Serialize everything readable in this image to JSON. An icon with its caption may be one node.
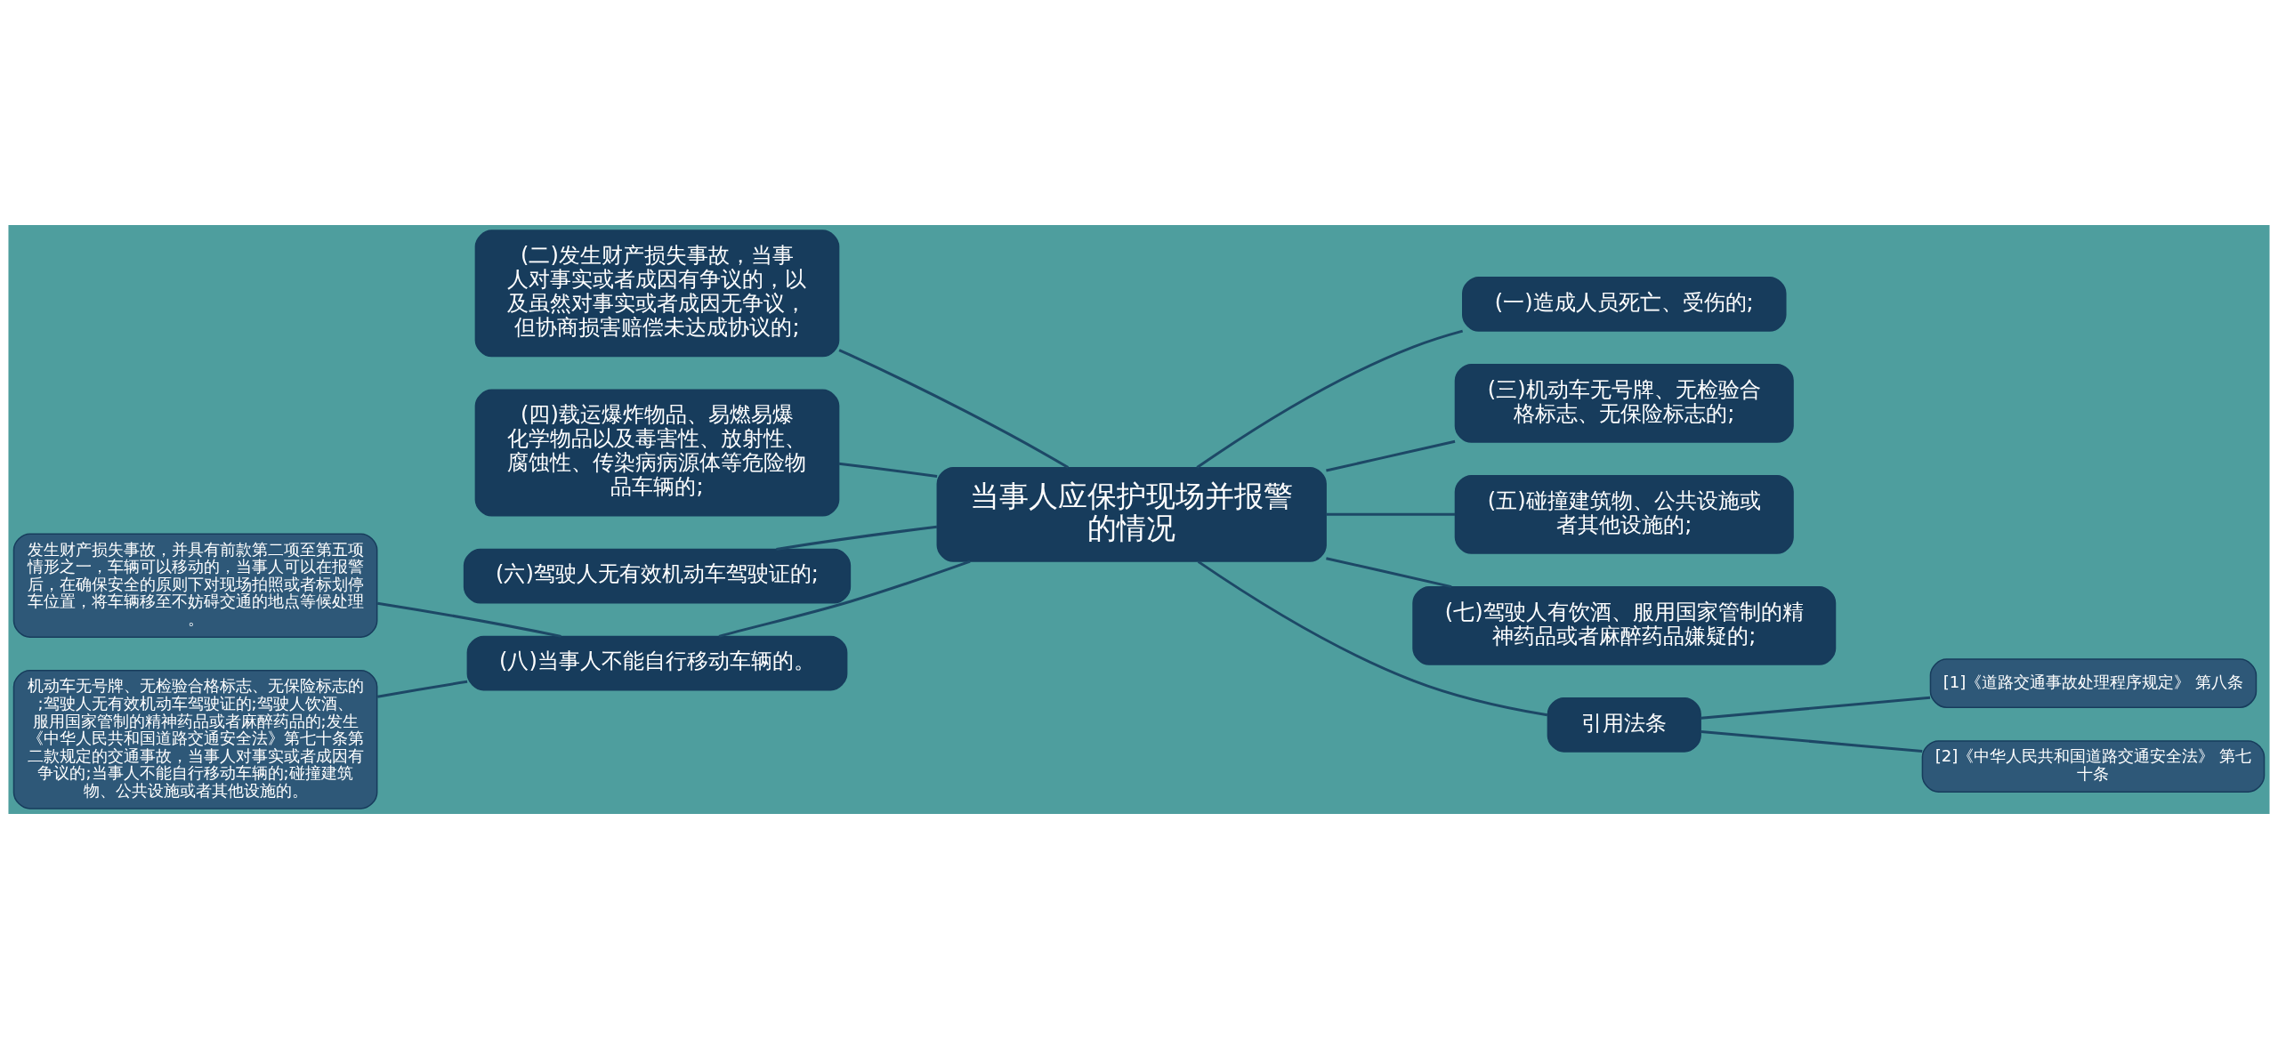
{
  "diagram": {
    "nodes": [
      {
        "text": [
          "当事人应保护现场并报警的情况"
        ]
      },
      {
        "text": [
          "(二)发生财产损失事故，当事人对事实或者成因有争议的，以及虽然对事实或者成因无争议，但协商损害赔偿未达成协议的;"
        ]
      },
      {
        "text": [
          "(四)载运爆炸物品、易燃易爆化学物品以及毒害性、放射性、腐蚀性、传染病病源体等危险物品车辆的;"
        ]
      },
      {
        "text": [
          "(六)驾驶人无有效机动车驾驶证的;"
        ]
      },
      {
        "text": [
          "发生财产损失事故，并具有前款第二项至第五项情形之一，车辆可以移动的，当事人可以在报警后，在确保安全的原则下对现场拍照或者标划停车位置，将车辆移至不妨碍交通的地点等候处理。"
        ]
      },
      {
        "text": [
          "机动车无号牌、无检验合格标志、无保险标志的;驾驶人无有效机动车驾驶证的;驾驶人饮酒、服用国家管制的精神药品或者麻醉药品的;发生《中华人民共和国道路交通安全法》第七十条第二款规定的交通事故，当事人对事实或者成因有争议的;当事人不能自行移动车辆的;碰撞建筑物、公共设施或者其他设施的。"
        ]
      },
      {
        "text": [
          "(八)当事人不能自行移动车辆的。"
        ]
      },
      {
        "text": [
          "(一)造成人员死亡、受伤的;"
        ]
      },
      {
        "text": [
          "(三)机动车无号牌、无检验合格标志、无保险标志的;"
        ]
      },
      {
        "text": [
          "(五)碰撞建筑物、公共设施或者其他设施的;"
        ]
      },
      {
        "text": [
          "(七)驾驶人有饮酒、服用国家管制的精神药品或者麻醉药品嫌疑的;"
        ]
      },
      {
        "text": [
          "引用法条"
        ]
      },
      {
        "text": [
          "[1]《道路交通事故处理程序规定》 第八条"
        ]
      },
      {
        "text": [
          "[2]《中华人民共和国道路交通安全法》 第七十条"
        ]
      }
    ],
    "edges": [
      {
        "from": 0,
        "to": 1,
        "arrow": "none"
      },
      {
        "from": 0,
        "to": 2,
        "arrow": "none"
      },
      {
        "from": 0,
        "to": 3,
        "arrow": "none"
      },
      {
        "from": 0,
        "to": 6,
        "arrow": "none"
      },
      {
        "from": 6,
        "to": 4,
        "arrow": "none"
      },
      {
        "from": 6,
        "to": 5,
        "arrow": "none"
      },
      {
        "from": 0,
        "to": 7,
        "arrow": "none"
      },
      {
        "from": 0,
        "to": 8,
        "arrow": "none"
      },
      {
        "from": 0,
        "to": 9,
        "arrow": "none"
      },
      {
        "from": 0,
        "to": 10,
        "arrow": "none"
      },
      {
        "from": 0,
        "to": 11,
        "arrow": "none"
      },
      {
        "from": 11,
        "to": 12,
        "arrow": "none"
      },
      {
        "from": 11,
        "to": 13,
        "arrow": "none"
      }
    ]
  }
}
